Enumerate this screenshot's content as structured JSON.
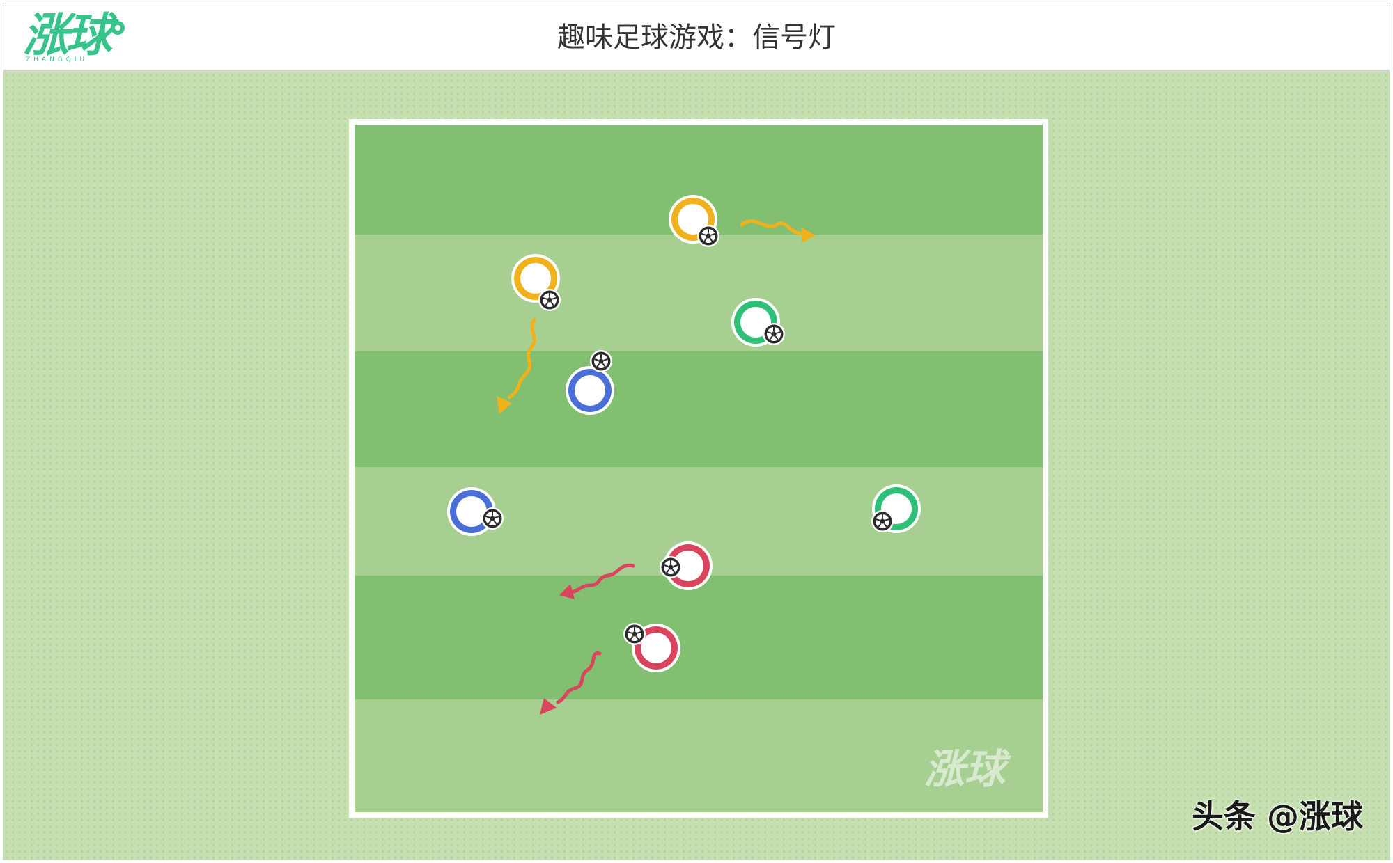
{
  "header": {
    "logo_text": "涨球",
    "logo_sub": "ZHANGQIU",
    "title": "趣味足球游戏：信号灯"
  },
  "field_logo_text": "涨球",
  "watermark": "头条 @涨球",
  "colors": {
    "yellow": "#f0b21c",
    "green": "#2fbf79",
    "blue": "#4a6fd6",
    "red": "#d9455c",
    "stripe_dark": "#82bf70",
    "stripe_light": "#a7cf92",
    "background": "#c6dfb1"
  },
  "players": [
    {
      "color": "yellow",
      "has_ball": true
    },
    {
      "color": "yellow",
      "has_ball": true
    },
    {
      "color": "green",
      "has_ball": true
    },
    {
      "color": "blue",
      "has_ball": true
    },
    {
      "color": "blue",
      "has_ball": true
    },
    {
      "color": "green",
      "has_ball": true
    },
    {
      "color": "red",
      "has_ball": true
    },
    {
      "color": "red",
      "has_ball": true
    }
  ],
  "dribble_arrows": [
    {
      "color": "yellow"
    },
    {
      "color": "yellow"
    },
    {
      "color": "red"
    },
    {
      "color": "red"
    }
  ]
}
